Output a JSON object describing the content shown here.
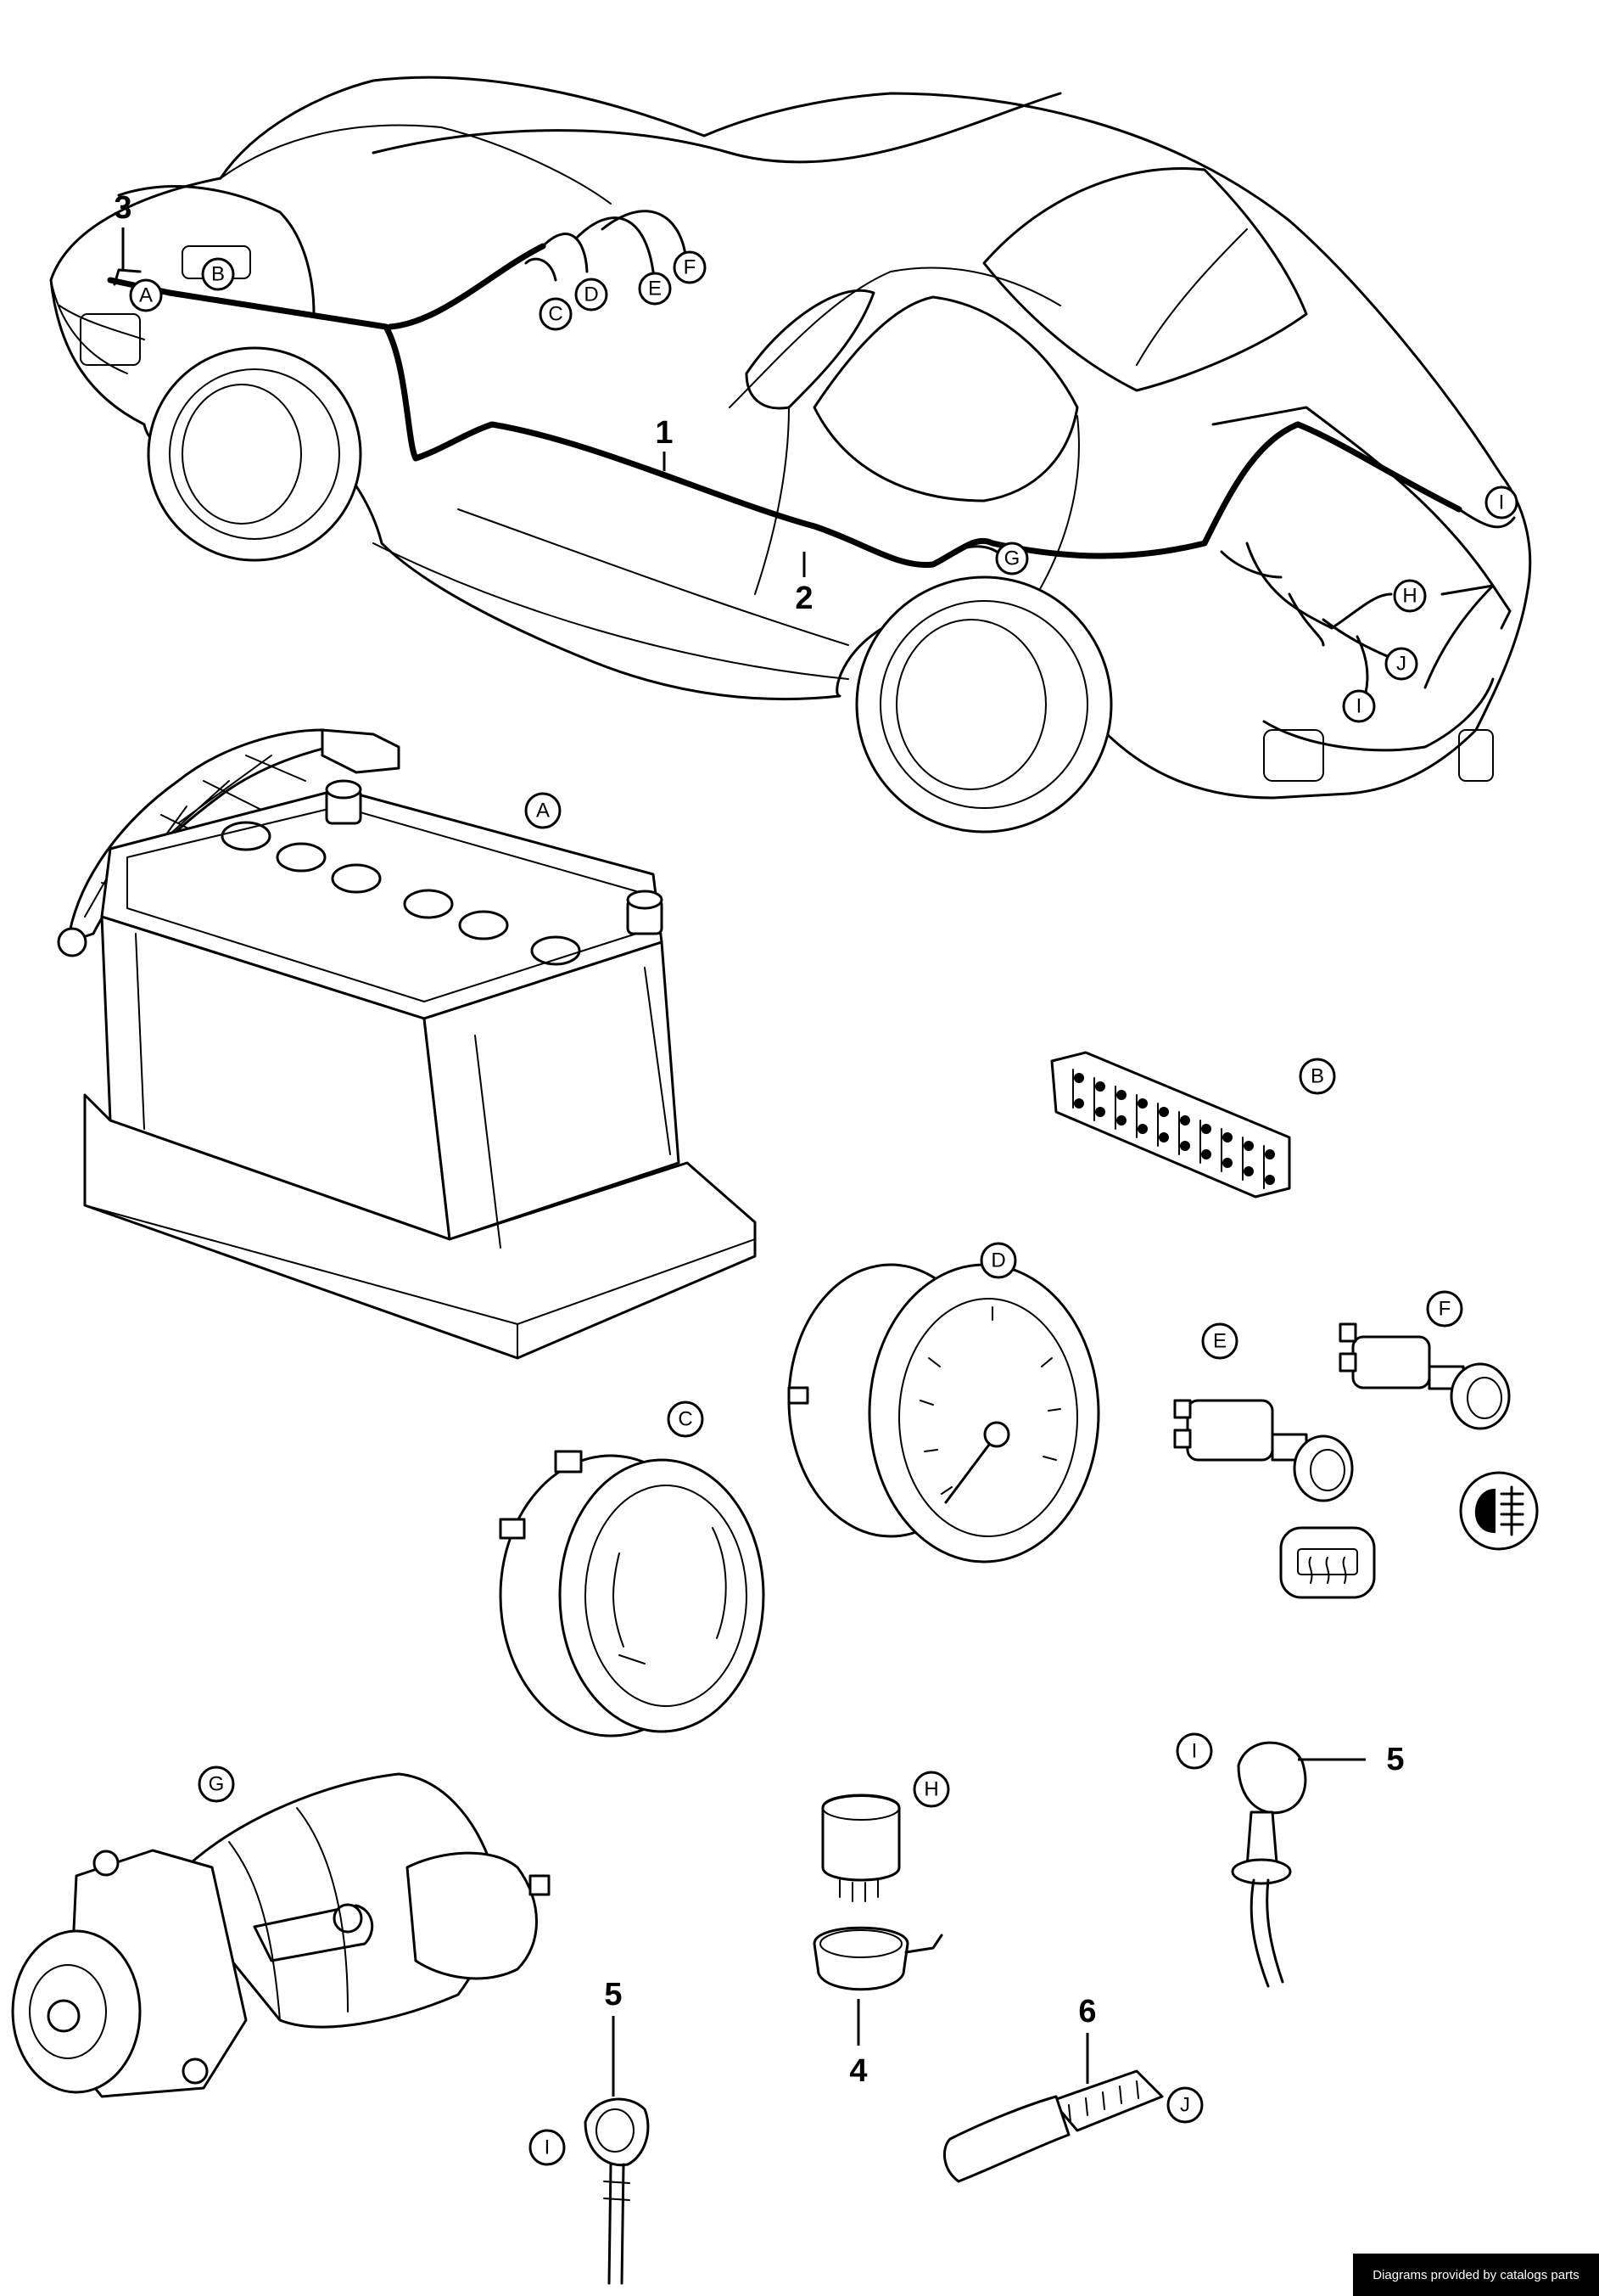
{
  "callouts": {
    "car": {
      "A": "A",
      "B": "B",
      "C": "C",
      "D": "D",
      "E": "E",
      "F": "F",
      "G": "G",
      "H": "H",
      "I_top": "I",
      "I_front": "I",
      "J": "J"
    },
    "parts": {
      "A": "A",
      "B": "B",
      "C": "C",
      "D": "D",
      "E": "E",
      "F": "F",
      "G": "G",
      "H": "H",
      "I_left": "I",
      "I_right": "I",
      "J": "J"
    }
  },
  "part_numbers": {
    "harness_1": "1",
    "harness_2": "2",
    "harness_3": "3",
    "plug_5_left": "5",
    "relay_4": "4",
    "plug_5_right": "5",
    "connector_6": "6"
  },
  "credit": "Diagrams provided by catalogs parts",
  "icons": [
    "fog-light-icon",
    "rear-defrost-icon"
  ]
}
